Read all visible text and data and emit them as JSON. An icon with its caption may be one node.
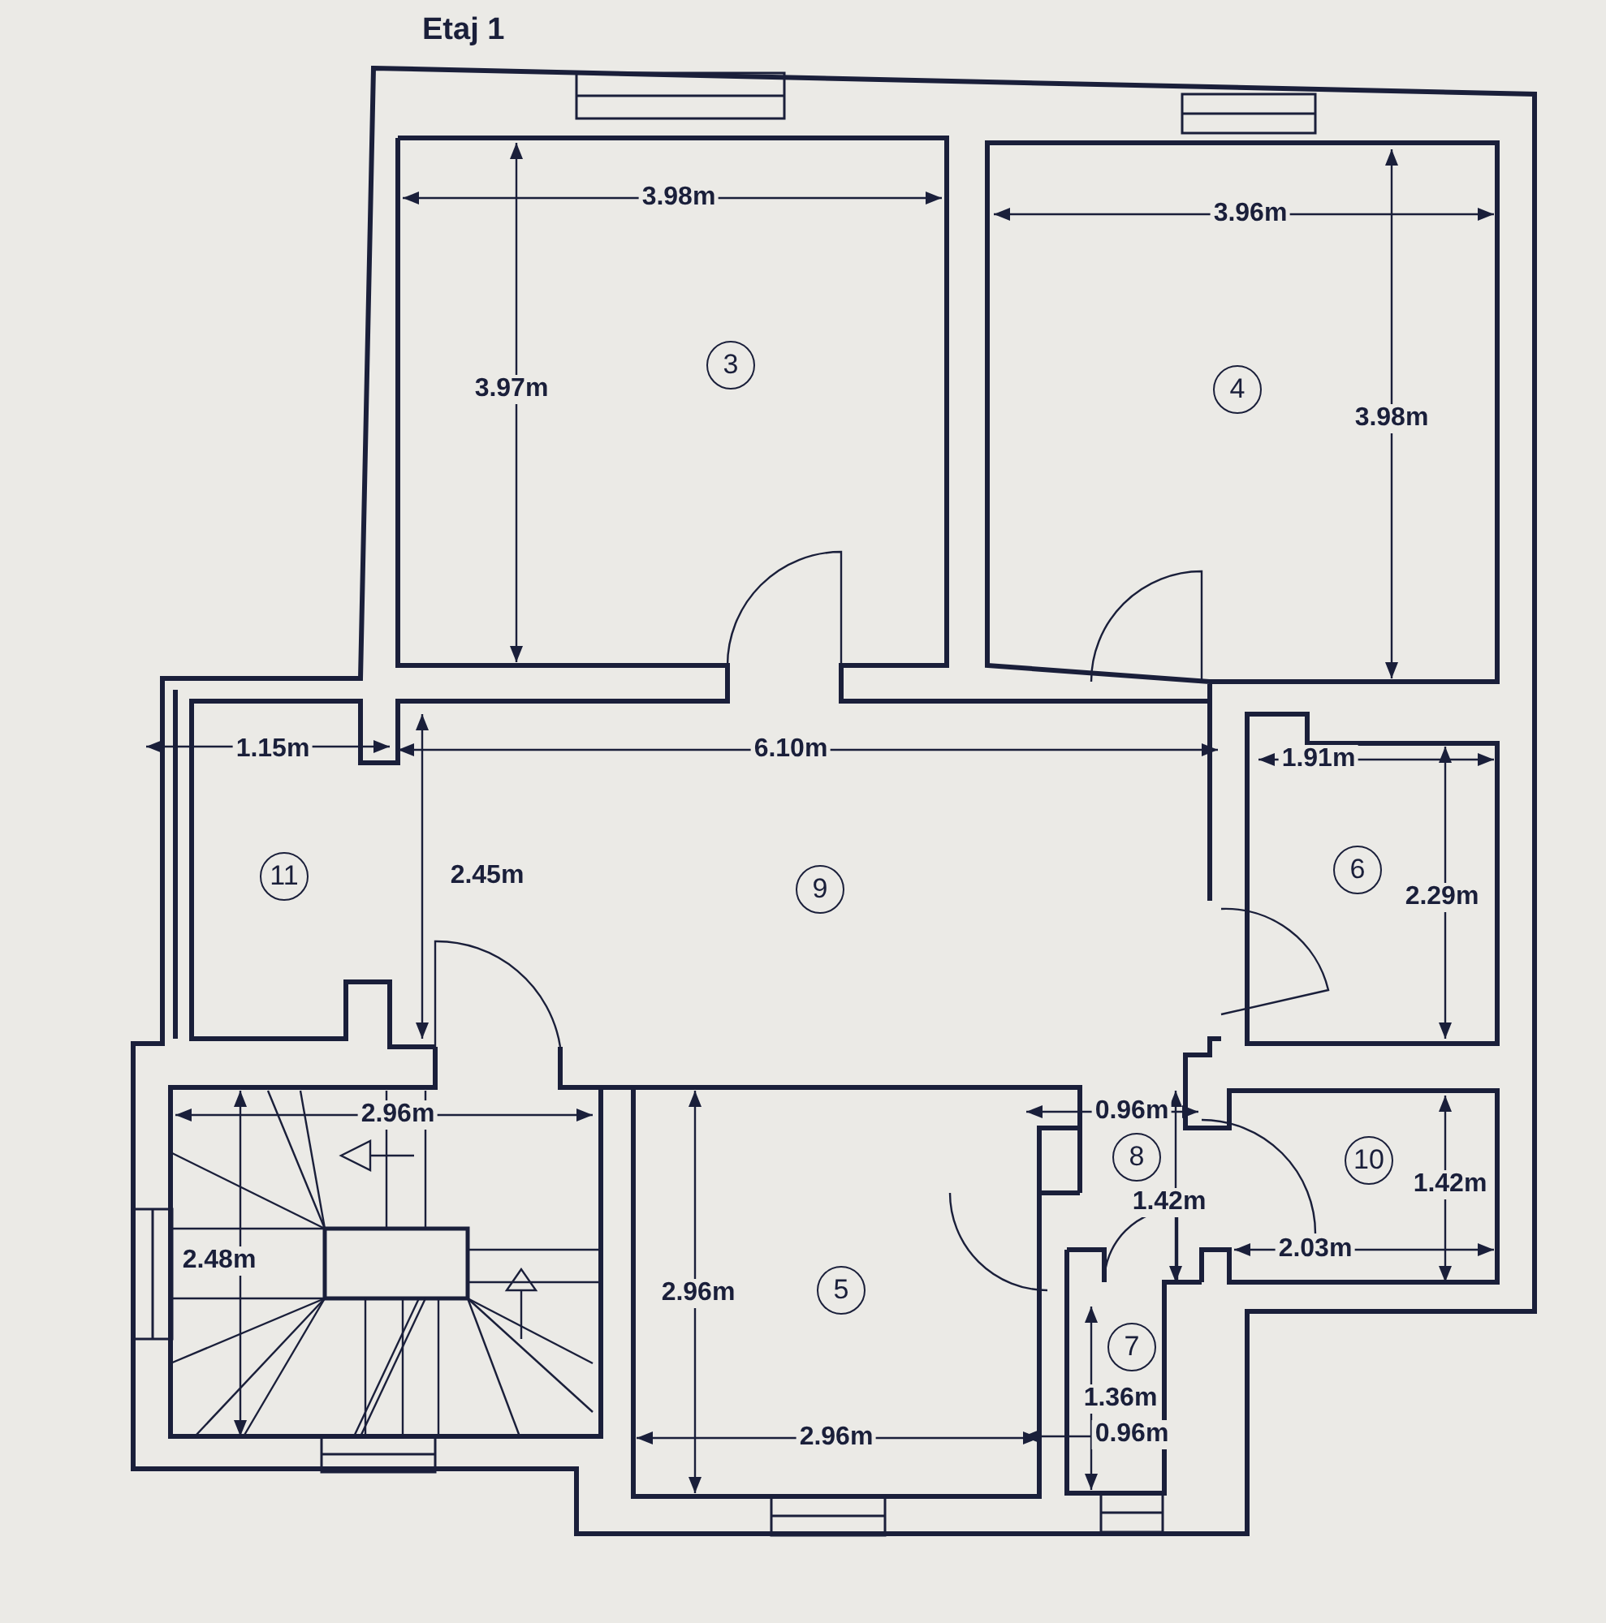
{
  "diagram": {
    "title": "Etaj 1",
    "nodes": [
      {
        "text": [
          "3"
        ]
      },
      {
        "text": [
          "4"
        ]
      },
      {
        "text": [
          "11"
        ]
      },
      {
        "text": [
          "9"
        ]
      },
      {
        "text": [
          "6"
        ]
      },
      {
        "text": [
          "8"
        ]
      },
      {
        "text": [
          "10"
        ]
      },
      {
        "text": [
          "5"
        ]
      },
      {
        "text": [
          "7"
        ]
      }
    ],
    "labels": [
      "3.98m",
      "3.96m",
      "3.97m",
      "3.98m",
      "1.15m",
      "6.10m",
      "1.91m",
      "2.45m",
      "2.29m",
      "2.96m",
      "0.96m",
      "1.42m",
      "1.42m",
      "2.48m",
      "2.03m",
      "2.96m",
      "1.36m",
      "0.96m",
      "2.96m"
    ]
  }
}
